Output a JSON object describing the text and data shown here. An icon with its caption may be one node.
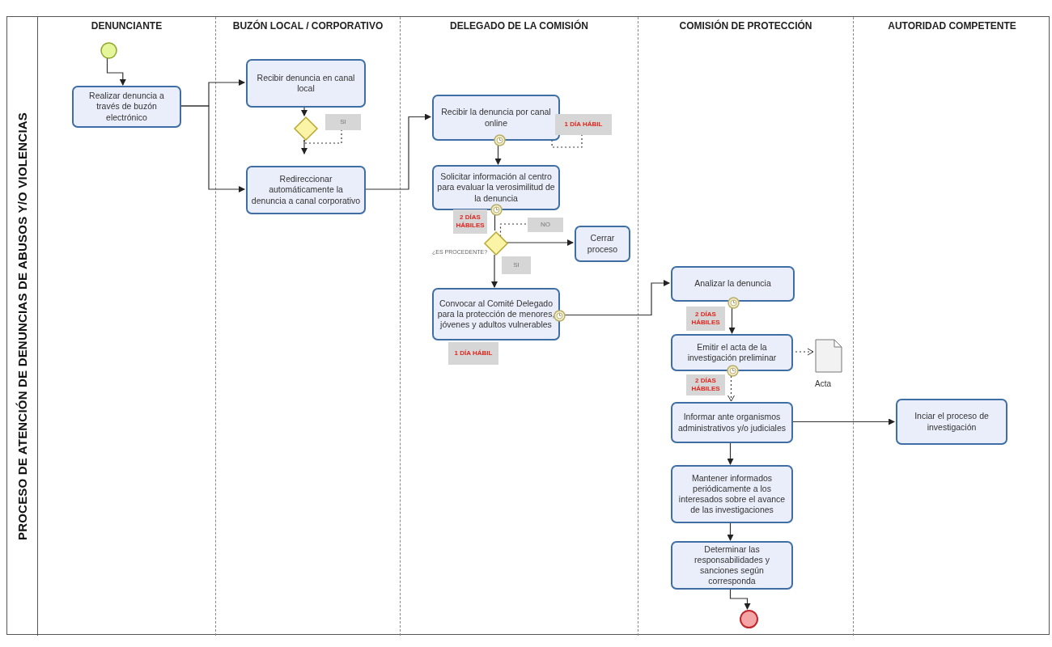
{
  "diagram": {
    "nodes": [
      {
        "text": [
          "PROCESO DE ATENCIÓN DE DENUNCIAS DE ABUSOS Y/O VIOLENCIAS"
        ]
      },
      {
        "text": [
          "DENUNCIANTE"
        ],
        "in": 0
      },
      {
        "text": [
          "BUZÓN LOCAL / CORPORATIVO"
        ],
        "in": 0
      },
      {
        "text": [
          "DELEGADO DE LA COMISIÓN"
        ],
        "in": 0
      },
      {
        "text": [
          "COMISIÓN DE PROTECCIÓN"
        ],
        "in": 0
      },
      {
        "text": [
          "AUTORIDAD COMPETENTE"
        ],
        "in": 0
      },
      {
        "text": [],
        "shape": "circle",
        "in": 1
      },
      {
        "text": [
          "Realizar denuncia a través de buzón electrónico"
        ],
        "in": 1
      },
      {
        "text": [
          "Recibir denuncia en canal local"
        ],
        "in": 2
      },
      {
        "text": [],
        "shape": "diamond",
        "in": 2
      },
      {
        "text": [
          "SI"
        ],
        "in": 2
      },
      {
        "text": [
          "Redireccionar automáticamente la denuncia a canal corporativo"
        ],
        "in": 2
      },
      {
        "text": [
          "Recibir la denuncia por canal online"
        ],
        "in": 3
      },
      {
        "text": [],
        "shape": "circle",
        "in": 3
      },
      {
        "text": [
          "1 DÍA HÁBIL"
        ],
        "in": 3
      },
      {
        "text": [
          "Solicitar información al centro para evaluar la verosimilitud de la denuncia"
        ],
        "in": 3
      },
      {
        "text": [],
        "shape": "circle",
        "in": 3
      },
      {
        "text": [
          "2 DÍAS HÁBILES"
        ],
        "in": 3
      },
      {
        "text": [],
        "shape": "diamond",
        "beside": [
          "¿ES PROCEDENTE?"
        ],
        "in": 3
      },
      {
        "text": [
          "NO"
        ],
        "in": 3
      },
      {
        "text": [
          "SI"
        ],
        "in": 3
      },
      {
        "text": [
          "Convocar al Comité Delegado para la protección de menores, jóvenes y adultos vulnerables"
        ],
        "in": 3
      },
      {
        "text": [],
        "shape": "circle",
        "in": 3
      },
      {
        "text": [
          "1 DÍA HÁBIL"
        ],
        "in": 3
      },
      {
        "text": [
          "Cerrar proceso"
        ],
        "in": 3
      },
      {
        "text": [
          "Analizar la denuncia"
        ],
        "in": 4
      },
      {
        "text": [],
        "shape": "circle",
        "in": 4
      },
      {
        "text": [
          "2 DÍAS HÁBILES"
        ],
        "in": 4
      },
      {
        "text": [
          "Emitir el acta de la investigación preliminar"
        ],
        "in": 4
      },
      {
        "text": [],
        "shape": "circle",
        "in": 4
      },
      {
        "text": [
          "2 DÍAS HÁBILES"
        ],
        "in": 4
      },
      {
        "text": [
          "Acta"
        ],
        "in": 4
      },
      {
        "text": [
          "Informar ante organismos administrativos y/o judiciales"
        ],
        "in": 4
      },
      {
        "text": [
          "Mantener informados periódicamente a los interesados sobre el avance de las investigaciones"
        ],
        "in": 4
      },
      {
        "text": [
          "Determinar las responsabilidades y sanciones según corresponda"
        ],
        "in": 4
      },
      {
        "text": [],
        "shape": "circle",
        "in": 4
      },
      {
        "text": [
          "Inciar el proceso de investigación"
        ],
        "in": 5
      }
    ],
    "edges": [
      {
        "from": 6,
        "to": 7,
        "arrow": "to"
      },
      {
        "from": 7,
        "to": 8,
        "arrow": "to"
      },
      {
        "from": 7,
        "to": 11,
        "arrow": "to"
      },
      {
        "from": 8,
        "to": 9,
        "arrow": "to"
      },
      {
        "from": 9,
        "to": null,
        "arrow": "to"
      },
      {
        "from": 9,
        "to": 10,
        "arrow": "none",
        "style": "dashed"
      },
      {
        "from": 11,
        "to": 12,
        "arrow": "to"
      },
      {
        "from": 12,
        "to": 14,
        "arrow": "none",
        "style": "dashed"
      },
      {
        "from": 13,
        "to": 15,
        "arrow": "to"
      },
      {
        "from": 16,
        "to": 18,
        "arrow": "none"
      },
      {
        "from": 18,
        "to": 24,
        "arrow": "to"
      },
      {
        "from": 18,
        "to": 19,
        "arrow": "none",
        "style": "dashed"
      },
      {
        "from": 18,
        "to": 21,
        "arrow": "to"
      },
      {
        "from": 22,
        "to": 25,
        "arrow": "to"
      },
      {
        "from": 26,
        "to": 28,
        "arrow": "to"
      },
      {
        "from": 28,
        "to": 31,
        "arrow": "to",
        "style": "dashed"
      },
      {
        "from": 29,
        "to": 32,
        "arrow": "to",
        "style": "dashed"
      },
      {
        "from": 32,
        "to": 36,
        "arrow": "to"
      },
      {
        "from": 32,
        "to": 33,
        "arrow": "to"
      },
      {
        "from": 33,
        "to": 34,
        "arrow": "to"
      },
      {
        "from": 34,
        "to": 35,
        "arrow": "to"
      }
    ]
  }
}
